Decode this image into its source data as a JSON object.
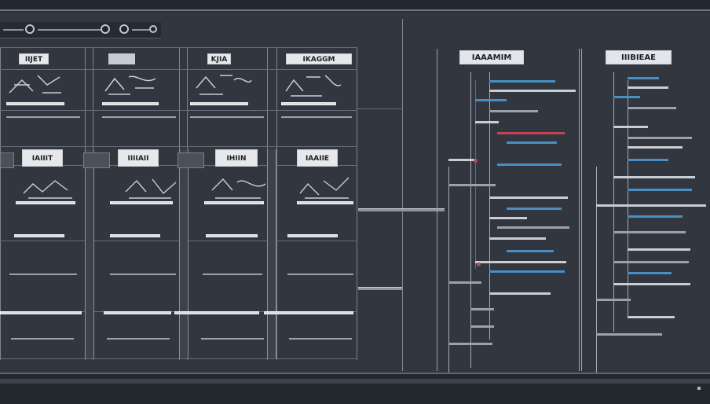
{
  "rack_panel": {
    "top_labels": [
      "IIJET",
      "KJIA",
      "IKAGGM"
    ],
    "mid_labels": [
      "IAIIIT",
      "IIIIAII",
      "IHIIN",
      "IAAIIE"
    ]
  },
  "tree_panels": [
    {
      "title": "IAAAMIM"
    },
    {
      "title": "IIIBIEAE"
    }
  ],
  "colors": {
    "background": "#2b3038",
    "panel": "#31363f",
    "accent_blue": "#4a8fc4",
    "accent_red": "#c0455b",
    "line_light": "#c9ced5"
  }
}
